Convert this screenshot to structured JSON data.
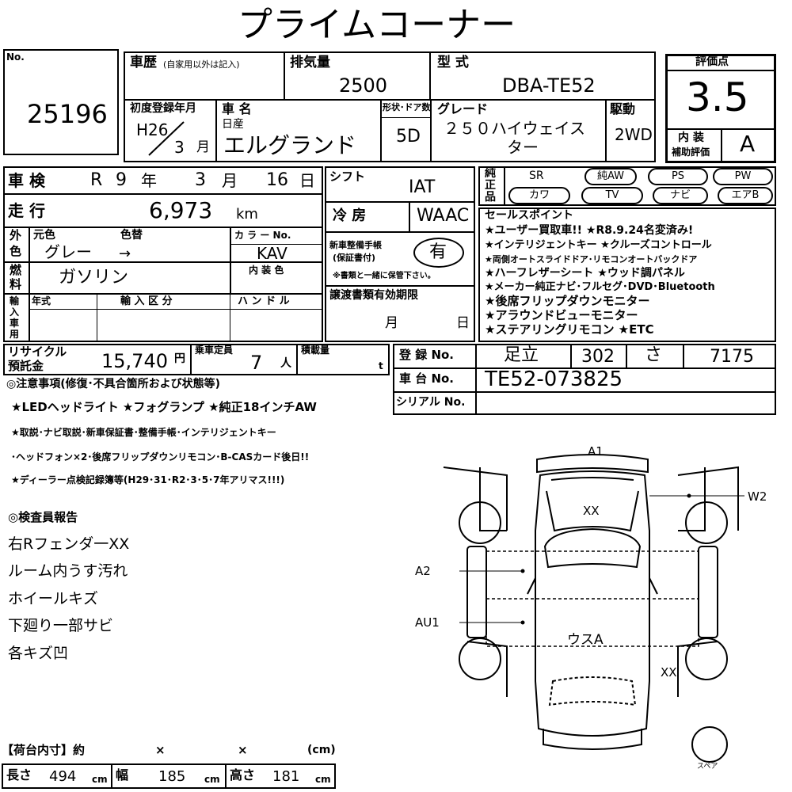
{
  "header": {
    "title": "プライムコーナー"
  },
  "form": {
    "no_label": "No.",
    "no_value": "25196",
    "history_label": "車歴",
    "history_note": "(自家用以外は記入)",
    "displacement_label": "排気量",
    "displacement_value": "2500",
    "model_label": "型 式",
    "model_value": "DBA-TE52",
    "first_reg_label": "初度登録年月",
    "first_reg_era": "H26",
    "first_reg_month": "3",
    "first_reg_month_unit": "月",
    "car_name_label": "車 名",
    "maker": "日産",
    "car_name": "エルグランド",
    "doors_label": "形状･ドア数",
    "doors_value": "5D",
    "grade_label": "グレード",
    "grade_value_1": "２５０ハイウェイス",
    "grade_value_2": "ター",
    "drive_label": "駆動",
    "drive_value": "2WD",
    "score_label": "評価点",
    "score_value": "3.5",
    "interior_label_1": "内 装",
    "interior_label_2": "補助評価",
    "interior_value": "A",
    "inspection_label": "車 検",
    "inspection_era": "R",
    "inspection_year": "9",
    "year_unit": "年",
    "inspection_month": "3",
    "month_unit": "月",
    "inspection_day": "16",
    "day_unit": "日",
    "shift_label": "シフト",
    "shift_value": "IAT",
    "equip_label_1": "純",
    "equip_label_2": "正",
    "equip_label_3": "品",
    "equipment": [
      "SR",
      "純AW",
      "PS",
      "PW",
      "カワ",
      "TV",
      "ナビ",
      "エアB"
    ],
    "mileage_label": "走 行",
    "mileage_value": "6,973",
    "mileage_unit": "km",
    "ac_label": "冷 房",
    "ac_value": "WAAC",
    "color_side_1": "外",
    "color_side_2": "色",
    "orig_color_label": "元色",
    "color_change_label": "色替",
    "orig_color_value": "グレー",
    "color_change_value": "→",
    "color_no_label": "カ ラ ー No.",
    "color_no_value": "KAV",
    "service_book_label_1": "新車整備手帳",
    "service_book_label_2": "(保証書付)",
    "service_book_value": "有",
    "service_book_note": "※書類と一緒に保管下さい。",
    "fuel_side_1": "燃",
    "fuel_side_2": "料",
    "fuel_value": "ガソリン",
    "interior_color_label": "内 装 色",
    "import_side": [
      "輸",
      "入",
      "車",
      "用"
    ],
    "import_year_label": "年式",
    "import_type_label": "輸 入 区 分",
    "handle_label": "ハ ン ド ル",
    "transfer_label": "譲渡書類有効期限",
    "transfer_month_unit": "月",
    "transfer_day_unit": "日",
    "recycle_label_1": "リサイクル",
    "recycle_label_2": "預託金",
    "recycle_value": "15,740",
    "recycle_unit": "円",
    "capacity_label": "乗車定員",
    "capacity_value": "7",
    "capacity_unit": "人",
    "load_label": "積載量",
    "load_unit": "t",
    "reg_label": "登 録 No.",
    "reg_area": "足立",
    "reg_class": "302",
    "reg_kana": "さ",
    "reg_number": "7175",
    "chassis_label": "車 台 No.",
    "chassis_value": "TE52-073825",
    "serial_label": "シリアル No."
  },
  "sales_points": {
    "title": "セールスポイント",
    "lines": [
      "★ユーザー買取車!! ★R8.9.24名変済み!",
      "★インテリジェントキー ★クルーズコントロール",
      "★両側オートスライドドア･リモコンオートバックドア",
      "★ハーフレザーシート ★ウッド調パネル",
      "★メーカー純正ナビ･フルセグ･DVD･Bluetooth",
      "★後席フリップダウンモニター",
      "★アラウンドビューモニター",
      "★ステアリングリモコン ★ETC"
    ]
  },
  "notes": {
    "title": "◎注意事項(修復･不具合箇所および状態等)",
    "lines": [
      "★LEDヘッドライト ★フォグランプ ★純正18インチAW",
      "★取説･ナビ取説･新車保証書･整備手帳･インテリジェントキー",
      "･ヘッドフォン×2･後席フリップダウンリモコン･B-CASカード後日!!",
      "★ディーラー点検記録簿等(H29･31･R2･3･5･7年アリマス!!!)"
    ]
  },
  "inspector": {
    "title": "◎検査員報告",
    "lines": [
      "右Rフェンダ一XX",
      "ルーム内うす汚れ",
      "ホイールキズ",
      "下廻り一部サビ",
      "各キズ凹"
    ]
  },
  "diagram": {
    "label_a1": "A1",
    "label_w2": "W2",
    "label_a2": "A2",
    "label_au1": "AU1",
    "label_xx_hood": "XX",
    "label_usa": "ウスA",
    "label_xx_rear": "XX",
    "label_spare": "スペア"
  },
  "cargo": {
    "title": "【荷台内寸】約",
    "times_1": "×",
    "times_2": "×",
    "unit_cm": "(cm)",
    "length_label": "長さ",
    "length_value": "494",
    "width_label": "幅",
    "width_value": "185",
    "height_label": "高さ",
    "height_value": "181",
    "cm": "cm"
  }
}
